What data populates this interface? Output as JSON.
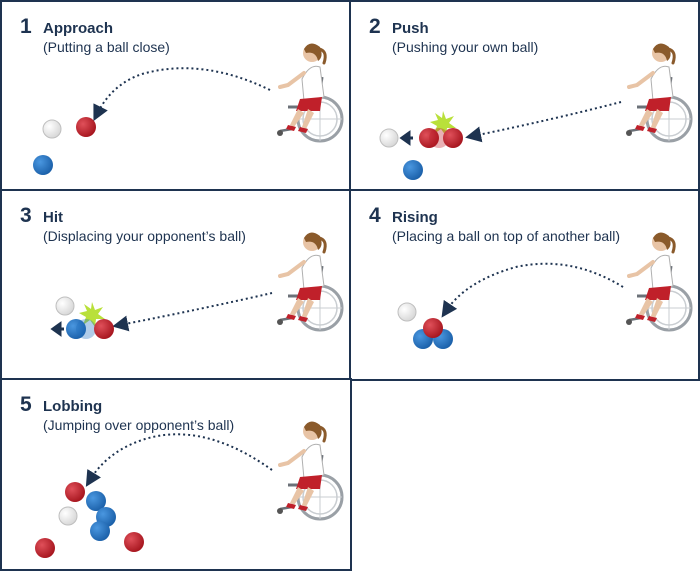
{
  "colors": {
    "navy": "#1e3350",
    "red_ball": "#c0202a",
    "blue_ball": "#1f6fbf",
    "white_ball": "#f2f2f2",
    "burst": "#b9e03a"
  },
  "panels": [
    {
      "number": "1",
      "title": "Approach",
      "subtitle": "(Putting a ball close)"
    },
    {
      "number": "2",
      "title": "Push",
      "subtitle": "(Pushing your own ball)"
    },
    {
      "number": "3",
      "title": "Hit",
      "subtitle": "(Displacing your opponent’s ball)"
    },
    {
      "number": "4",
      "title": "Rising",
      "subtitle": "(Placing a ball on top of another ball)"
    },
    {
      "number": "5",
      "title": "Lobbing",
      "subtitle": "(Jumping over opponent’s ball)"
    }
  ],
  "icons": [
    "wheelchair-player-icon",
    "red-ball-icon",
    "blue-ball-icon",
    "white-jack-ball-icon",
    "trajectory-arrow-icon",
    "impact-burst-icon",
    "push-arrow-icon"
  ]
}
